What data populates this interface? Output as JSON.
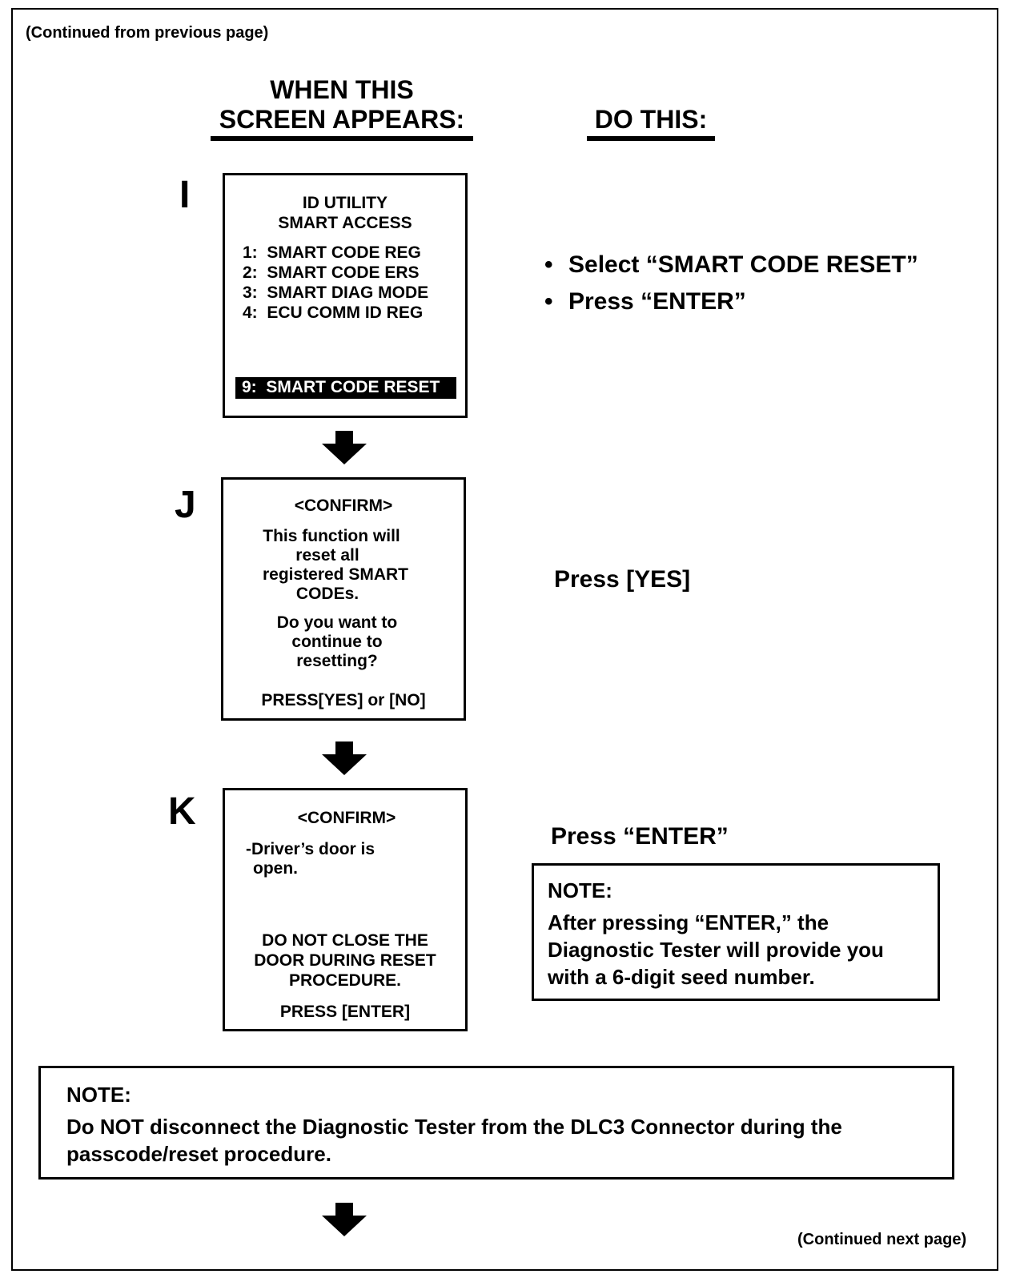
{
  "continued_top": "(Continued from previous page)",
  "continued_bottom": "(Continued next page)",
  "headers": {
    "screen_line1": "WHEN THIS",
    "screen_line2": "SCREEN APPEARS:",
    "do": "DO THIS:"
  },
  "step_i": {
    "letter": "I",
    "title1": "ID UTILITY",
    "title2": "SMART ACCESS",
    "menu": [
      "1:  SMART CODE REG",
      "2:  SMART CODE ERS",
      "3:  SMART DIAG MODE",
      "4:  ECU COMM ID REG"
    ],
    "highlighted": "9:  SMART CODE RESET",
    "instructions": [
      "Select “SMART CODE RESET”",
      "Press “ENTER”"
    ]
  },
  "step_j": {
    "letter": "J",
    "title": "<CONFIRM>",
    "lines_a": [
      "This function will",
      "reset all",
      "registered SMART",
      "CODEs."
    ],
    "lines_b": [
      "Do you want to",
      "continue to",
      "resetting?"
    ],
    "prompt": "PRESS[YES] or [NO]",
    "instruction": "Press [YES]"
  },
  "step_k": {
    "letter": "K",
    "title": "<CONFIRM>",
    "line1": "-Driver’s door is",
    "line2": "open.",
    "warning": [
      "DO NOT CLOSE THE",
      "DOOR DURING RESET",
      "PROCEDURE."
    ],
    "prompt": "PRESS [ENTER]",
    "instruction": "Press “ENTER”"
  },
  "note_k": {
    "title": "NOTE:",
    "lines": [
      "After pressing “ENTER,” the",
      "Diagnostic Tester will provide you",
      "with a 6-digit seed number."
    ]
  },
  "note_main": {
    "title": "NOTE:",
    "lines": [
      "Do NOT disconnect the Diagnostic Tester from the DLC3 Connector during the",
      "passcode/reset procedure."
    ]
  }
}
